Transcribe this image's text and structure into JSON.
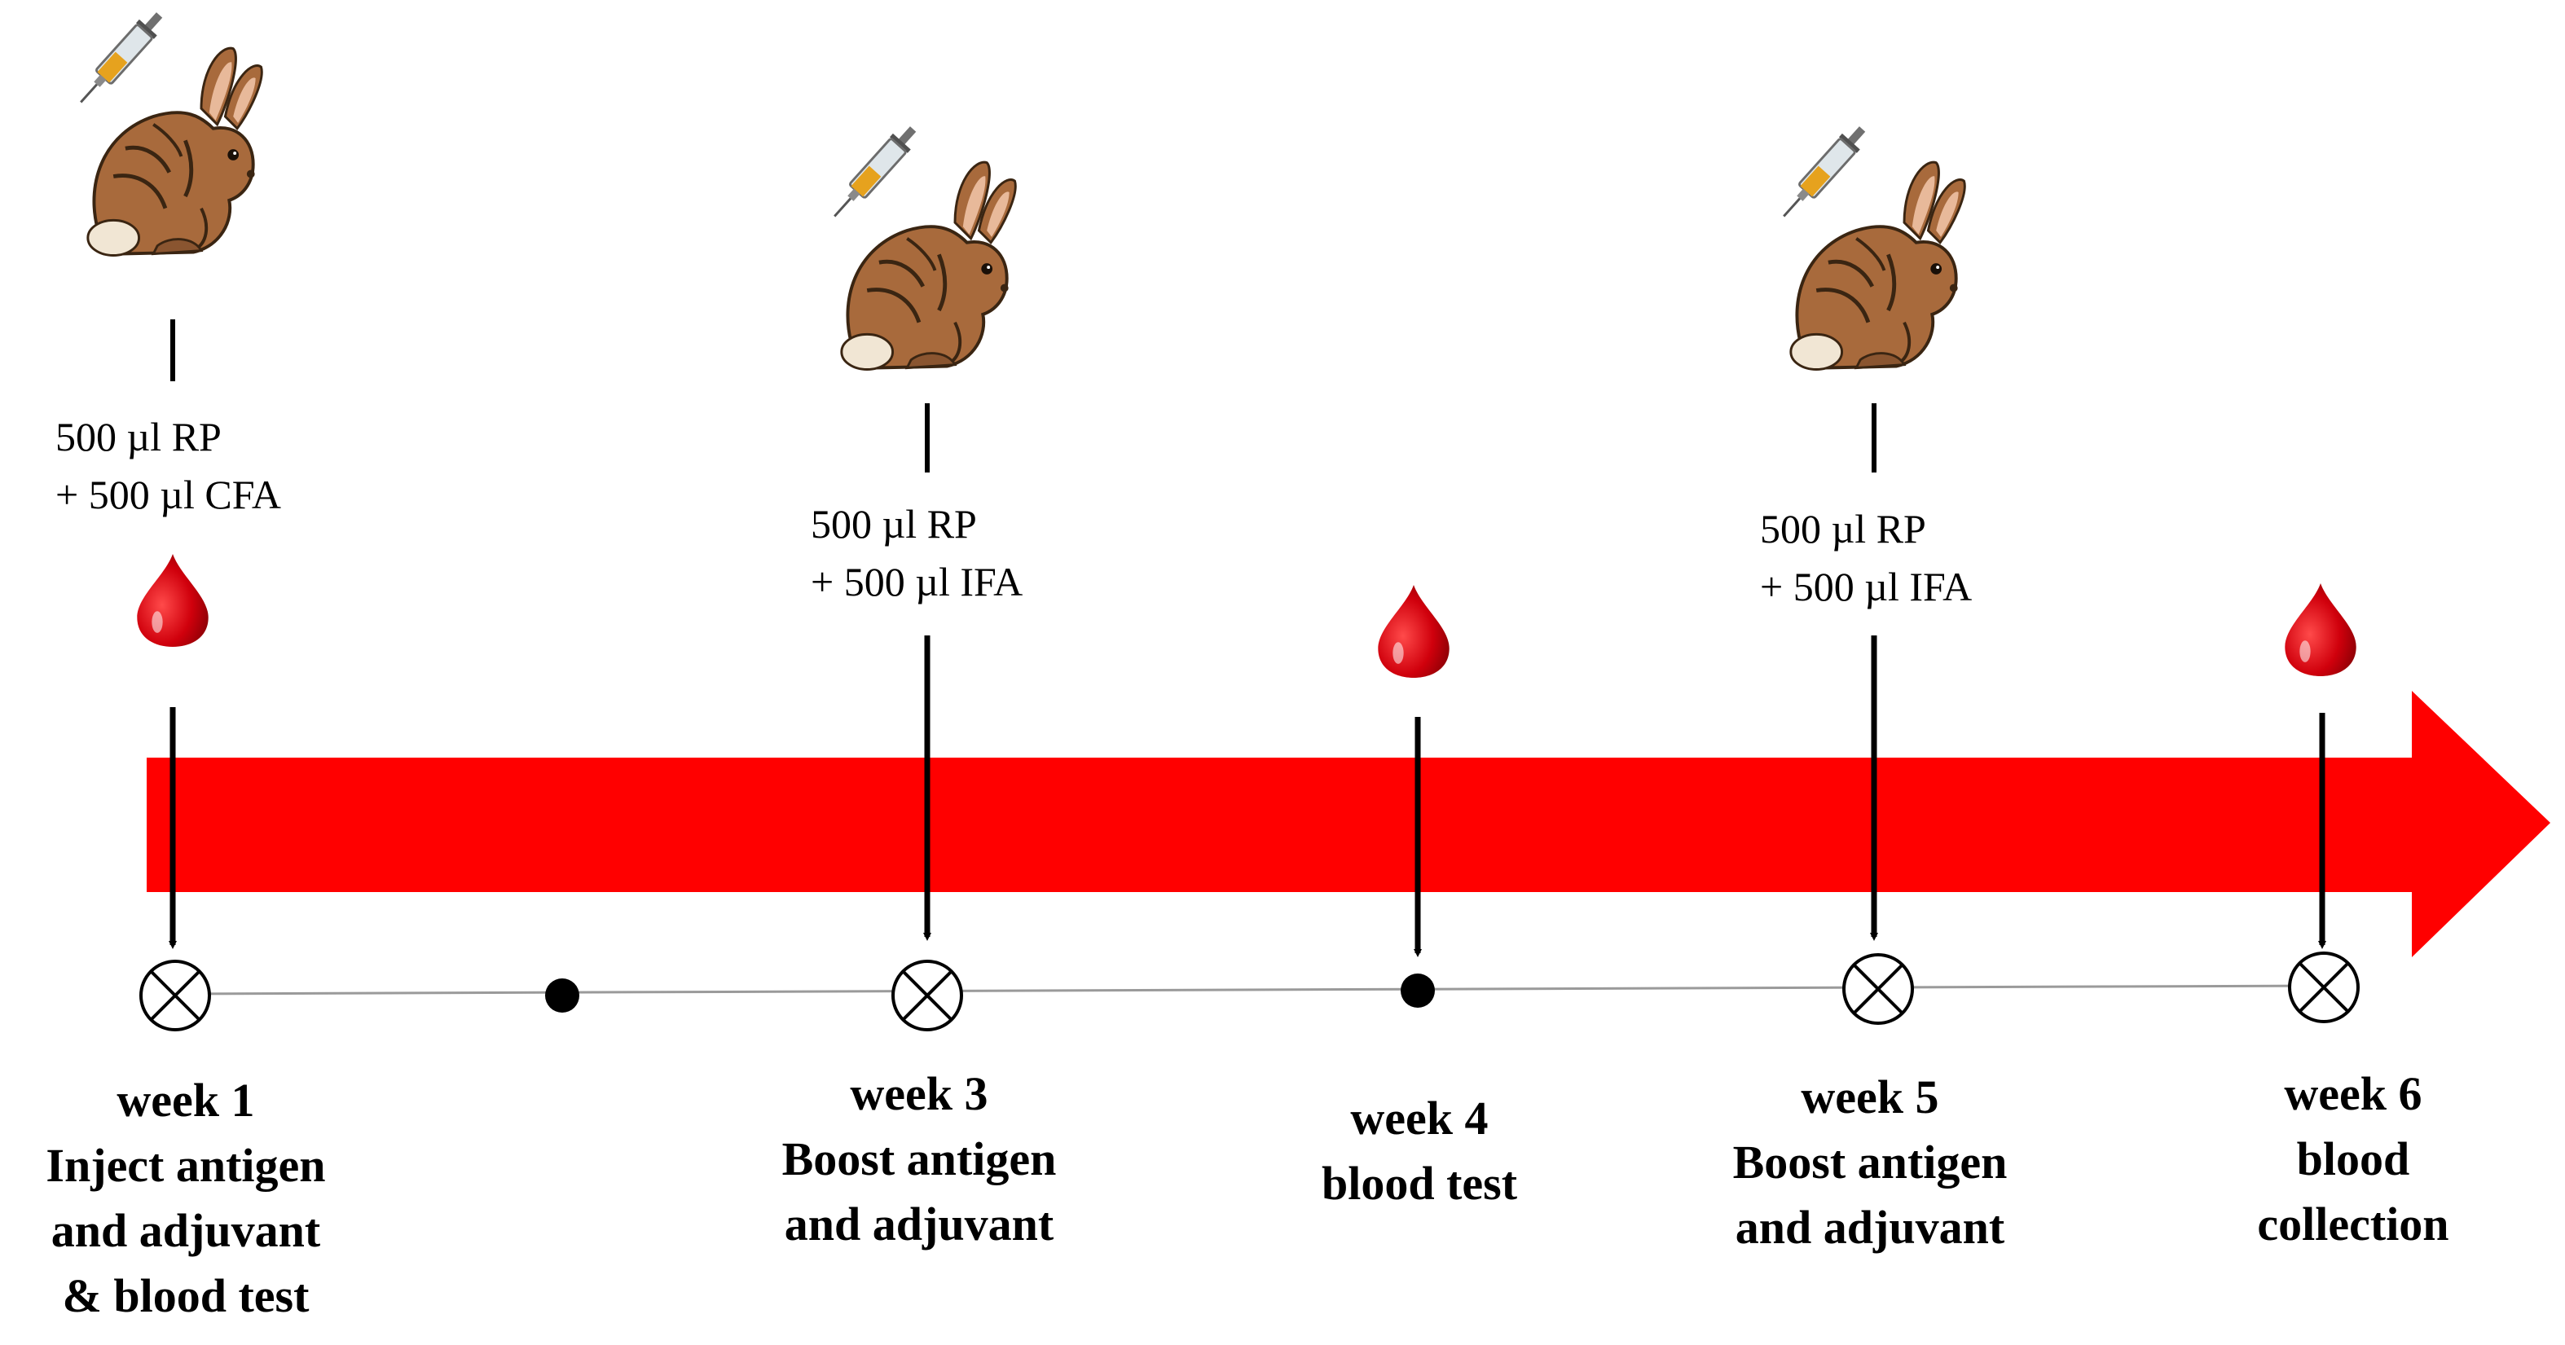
{
  "colors": {
    "timeline_arrow": "#ff0000",
    "blood_drop": "#c8000a",
    "ink": "#000000",
    "timeline_line": "#9a9a9a",
    "rabbit_fur": "#a86a3c"
  },
  "legend": {
    "injection_marker": "circle-x-icon",
    "blood_test_marker": "filled-dot-icon",
    "injection_icon": "rabbit-syringe-icon",
    "blood_icon": "blood-drop-icon"
  },
  "doses": [
    {
      "line1": "500 µl RP",
      "line2": "+ 500 µl CFA"
    },
    {
      "line1": "500 µl RP",
      "line2": "+ 500 µl IFA"
    },
    {
      "line1": "500 µl RP",
      "line2": "+ 500 µl IFA"
    }
  ],
  "milestones": [
    {
      "lines": [
        "week 1",
        "Inject antigen",
        "and adjuvant",
        "& blood test"
      ]
    },
    {
      "lines": [
        "week 3",
        "Boost antigen",
        "and adjuvant"
      ]
    },
    {
      "lines": [
        "week 4",
        "blood test"
      ]
    },
    {
      "lines": [
        "week 5",
        "Boost antigen",
        "and adjuvant"
      ]
    },
    {
      "lines": [
        "week 6",
        "blood",
        "collection"
      ]
    }
  ]
}
